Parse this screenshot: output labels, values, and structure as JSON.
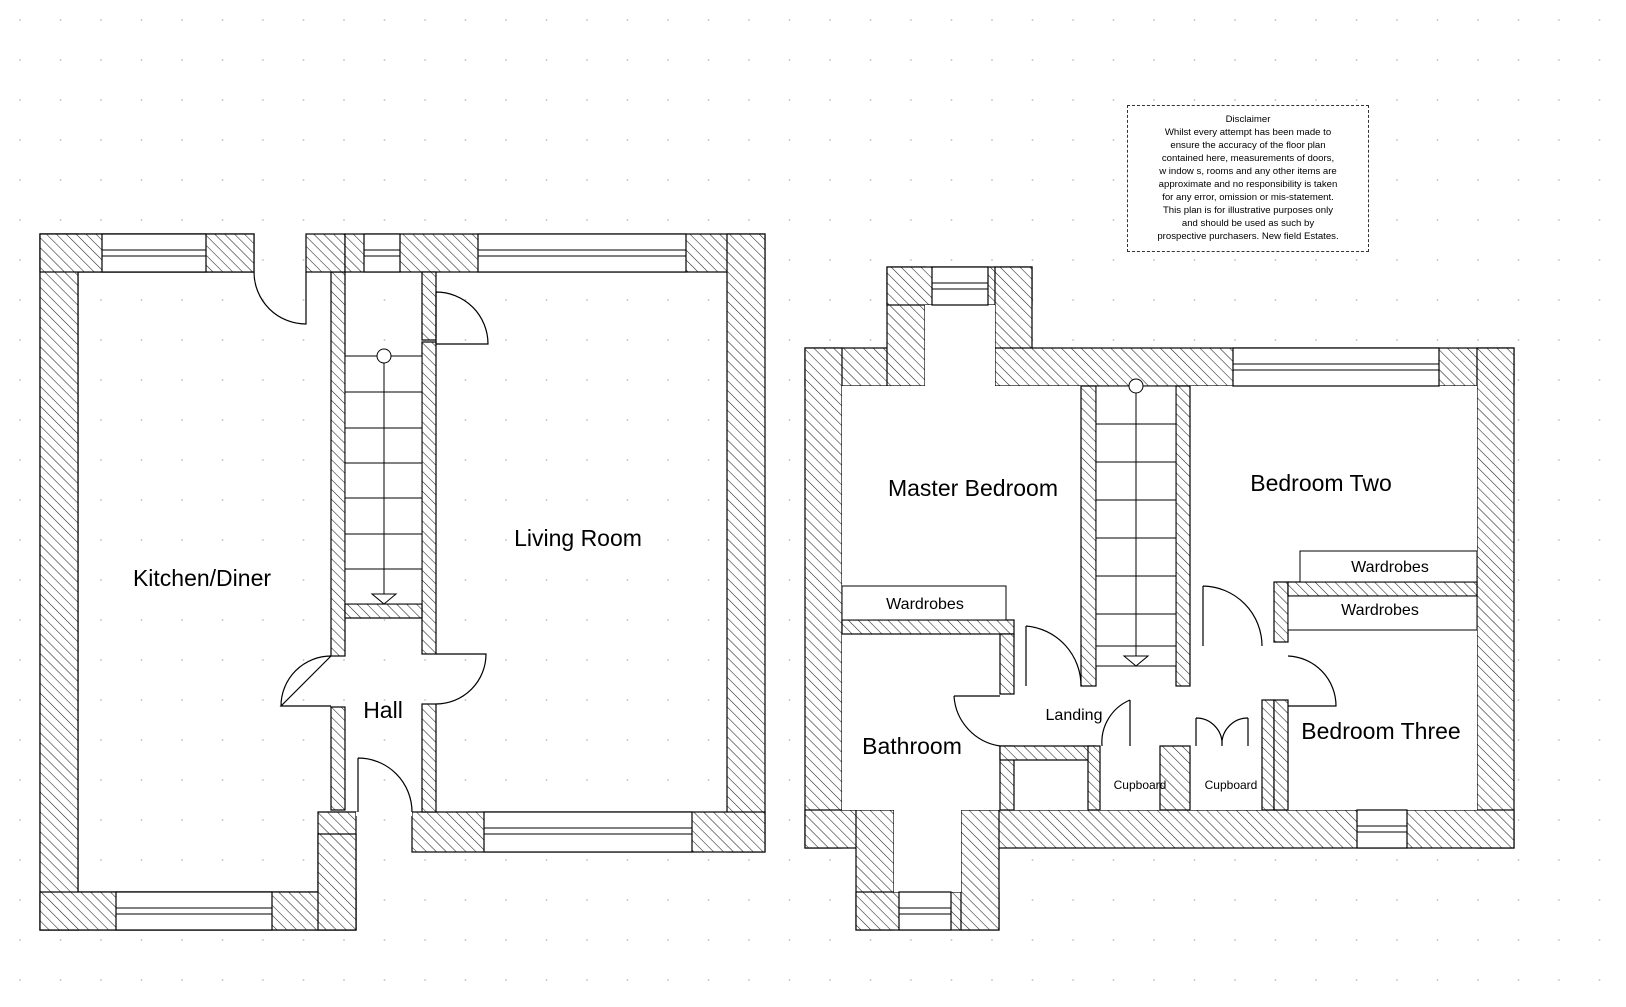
{
  "ground_floor": {
    "rooms": {
      "kitchen": "Kitchen/Diner",
      "living": "Living Room",
      "hall": "Hall"
    }
  },
  "first_floor": {
    "rooms": {
      "master": "Master Bedroom",
      "bed2": "Bedroom Two",
      "bed3": "Bedroom Three",
      "bathroom": "Bathroom",
      "landing": "Landing",
      "wardrobes_master": "Wardrobes",
      "wardrobes_bed2": "Wardrobes",
      "wardrobes_bed3": "Wardrobes",
      "cupboard1": "Cupboard",
      "cupboard2": "Cupboard"
    }
  },
  "disclaimer": {
    "title": "Disclaimer",
    "lines": [
      "Whilst every attempt has been made to",
      "ensure the accuracy of the floor plan",
      "contained here, measurements of doors,",
      "w indow s, rooms and any other items are",
      "approximate and no responsibility is taken",
      "for any error, omission or mis-statement.",
      "This plan is for illustrative purposes only",
      "and should be used as such by",
      "prospective purchasers. New field Estates."
    ]
  }
}
